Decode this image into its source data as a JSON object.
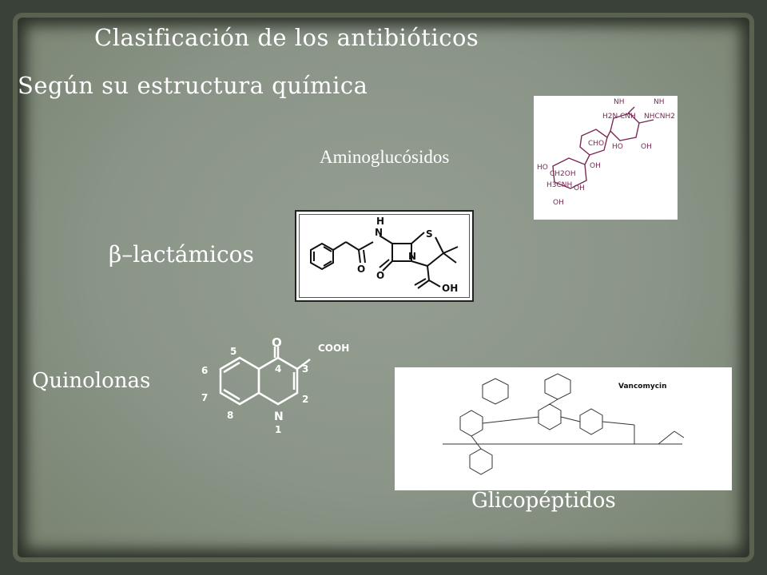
{
  "slide": {
    "title": "Clasificación de los antibióticos",
    "subtitle": "Según  su estructura química",
    "labels": {
      "aminoglucosidos": "Aminoglucósidos",
      "beta_lactamicos": "β–lactámicos",
      "quinolonas": "Quinolonas",
      "glicopeptidos": "Glicopéptidos"
    }
  },
  "aminoglycoside_structure": {
    "atoms": [
      "NH",
      "NH",
      "H2N",
      "CNH",
      "NHCNH2",
      "CHO",
      "HO",
      "OH",
      "OH",
      "HO",
      "CH2OH",
      "H3CNH",
      "OH",
      "OH"
    ]
  },
  "beta_lactam_structure": {
    "atoms": [
      "H",
      "N",
      "S",
      "O",
      "N",
      "O",
      "OH"
    ]
  },
  "quinolone_structure": {
    "atoms": [
      "O",
      "COOH",
      "N"
    ],
    "positions": [
      "1",
      "2",
      "3",
      "4",
      "5",
      "6",
      "7",
      "8"
    ]
  },
  "vancomycin_structure": {
    "name": "Vancomycin"
  },
  "colors": {
    "board": "#8a9487",
    "frame": "#3a4139",
    "text": "#ffffff",
    "aminoglycoside_ink": "#7a2a55"
  }
}
